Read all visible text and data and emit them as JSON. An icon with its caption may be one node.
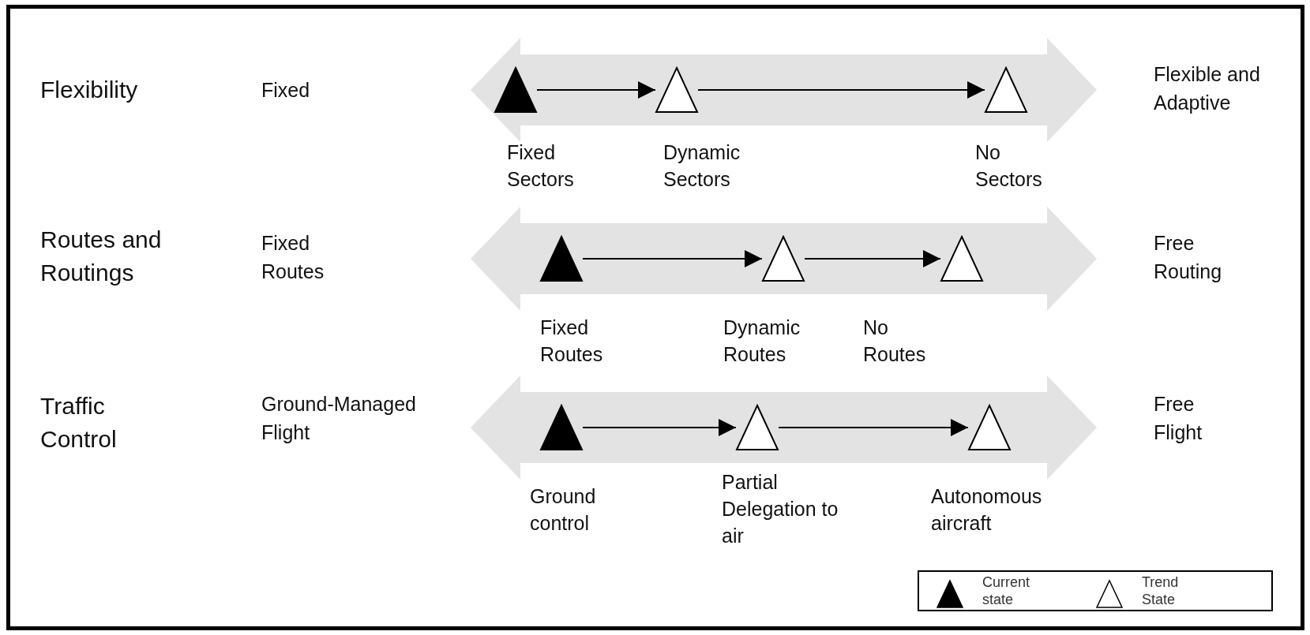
{
  "diagram": {
    "nodes": [
      {
        "text": [],
        "shape": "band"
      },
      {
        "text": [],
        "shape": "filled-triangle",
        "in": 0,
        "beside": [
          "Fixed Sectors"
        ]
      },
      {
        "text": [],
        "shape": "triangle",
        "in": 0,
        "beside": [
          "Dynamic Sectors"
        ]
      },
      {
        "text": [],
        "shape": "triangle",
        "in": 0,
        "beside": [
          "No Sectors"
        ]
      },
      {
        "text": [],
        "shape": "band"
      },
      {
        "text": [],
        "shape": "filled-triangle",
        "in": 4,
        "beside": [
          "Fixed Routes"
        ]
      },
      {
        "text": [],
        "shape": "triangle",
        "in": 4,
        "beside": [
          "Dynamic Routes"
        ]
      },
      {
        "text": [],
        "shape": "triangle",
        "in": 4,
        "beside": [
          "No Routes"
        ]
      },
      {
        "text": [],
        "shape": "band"
      },
      {
        "text": [],
        "shape": "filled-triangle",
        "in": 8,
        "beside": [
          "Ground control"
        ]
      },
      {
        "text": [],
        "shape": "triangle",
        "in": 8,
        "beside": [
          "Partial Delegation to air"
        ]
      },
      {
        "text": [],
        "shape": "triangle",
        "in": 8,
        "beside": [
          "Autonomous aircraft"
        ]
      }
    ],
    "edges": [
      {
        "from": 1,
        "to": 2,
        "arrow": "to"
      },
      {
        "from": 2,
        "to": 3,
        "arrow": "to"
      },
      {
        "from": 5,
        "to": 6,
        "arrow": "to"
      },
      {
        "from": 6,
        "to": 7,
        "arrow": "to"
      },
      {
        "from": 9,
        "to": 10,
        "arrow": "to"
      },
      {
        "from": 10,
        "to": 11,
        "arrow": "to"
      }
    ],
    "labels": [
      "Flexibility",
      "Fixed",
      "Flexible and Adaptive",
      "Routes and Routings",
      "Fixed Routes",
      "Free Routing",
      "Traffic Control",
      "Ground-Managed Flight",
      "Free Flight"
    ],
    "legend": [
      {
        "text": "Current state"
      },
      {
        "text": "Trend State"
      }
    ]
  }
}
